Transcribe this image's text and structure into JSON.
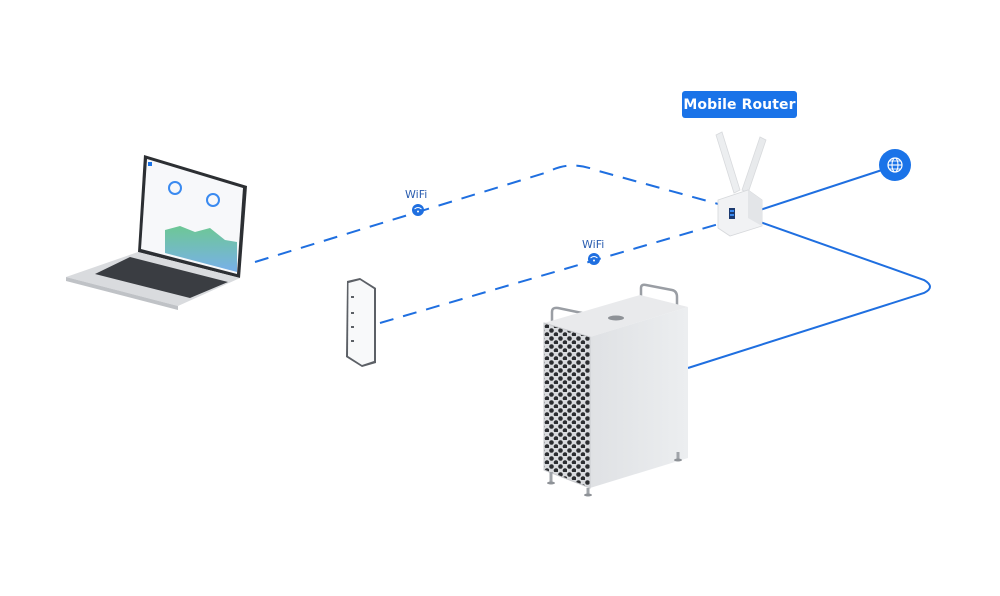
{
  "diagram": {
    "router_label": "Mobile Router",
    "wifi_labels": [
      "WiFi",
      "WiFi"
    ],
    "nodes": [
      {
        "id": "laptop",
        "kind": "laptop-icon"
      },
      {
        "id": "phone",
        "kind": "smartphone-icon"
      },
      {
        "id": "router",
        "kind": "router-icon",
        "label": "Mobile Router"
      },
      {
        "id": "internet",
        "kind": "globe-icon"
      },
      {
        "id": "server",
        "kind": "server-tower-icon"
      }
    ],
    "links": [
      {
        "from": "laptop",
        "to": "router",
        "type": "WiFi",
        "style": "dashed"
      },
      {
        "from": "phone",
        "to": "router",
        "type": "WiFi",
        "style": "dashed"
      },
      {
        "from": "router",
        "to": "internet",
        "type": "wired",
        "style": "solid"
      },
      {
        "from": "router",
        "to": "server",
        "type": "wired",
        "style": "solid"
      }
    ],
    "colors": {
      "accent": "#1a73e8",
      "line": "#1f6fe0",
      "background": "#ffffff"
    }
  }
}
